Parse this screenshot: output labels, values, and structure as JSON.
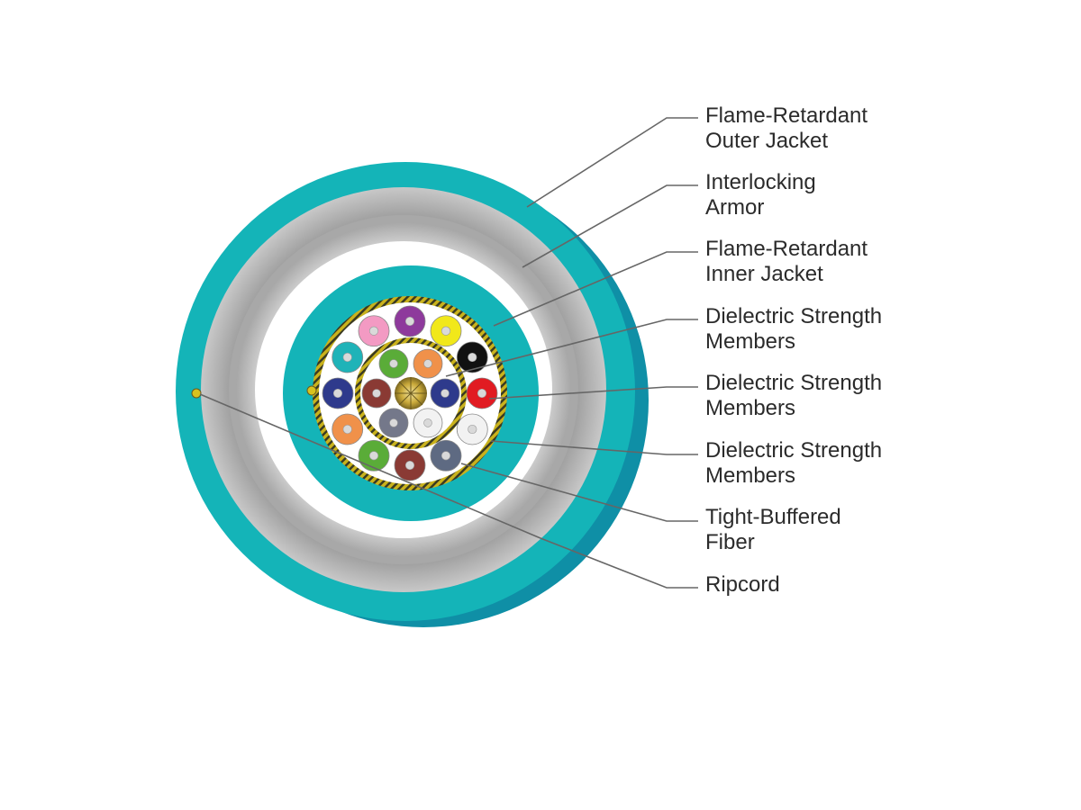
{
  "labels": {
    "outer_jacket": "Flame-Retardant\nOuter Jacket",
    "armor": "Interlocking\nArmor",
    "inner_jacket": "Flame-Retardant\nInner Jacket",
    "strength_members_1": "Dielectric Strength\nMembers",
    "strength_members_2": "Dielectric Strength\nMembers",
    "strength_members_3": "Dielectric Strength\nMembers",
    "tight_buffered_fiber": "Tight-Buffered\nFiber",
    "ripcord": "Ripcord"
  },
  "colors": {
    "jacket": "#14b4b8",
    "jacket_dark": "#0f8fa6",
    "armor": "#bdbdbd",
    "yarn_yellow": "#c9b21c",
    "yarn_dark": "#3a3a22",
    "leader_line": "#666666",
    "label_text": "#2b2b2b"
  },
  "fibers": {
    "outer_ring": [
      "#8e3a9c",
      "#f1e81a",
      "#111111",
      "#e11b22",
      "#f2f2f2",
      "#5e6a82",
      "#8a3a34",
      "#5aac38",
      "#f0914a",
      "#2e3a8c",
      "#1fb3b8",
      "#f39ac3"
    ],
    "inner_ring": [
      "#f0914a",
      "#2e3a8c",
      "#f2f2f2",
      "#74788a",
      "#8a3a34",
      "#5aac38"
    ]
  }
}
